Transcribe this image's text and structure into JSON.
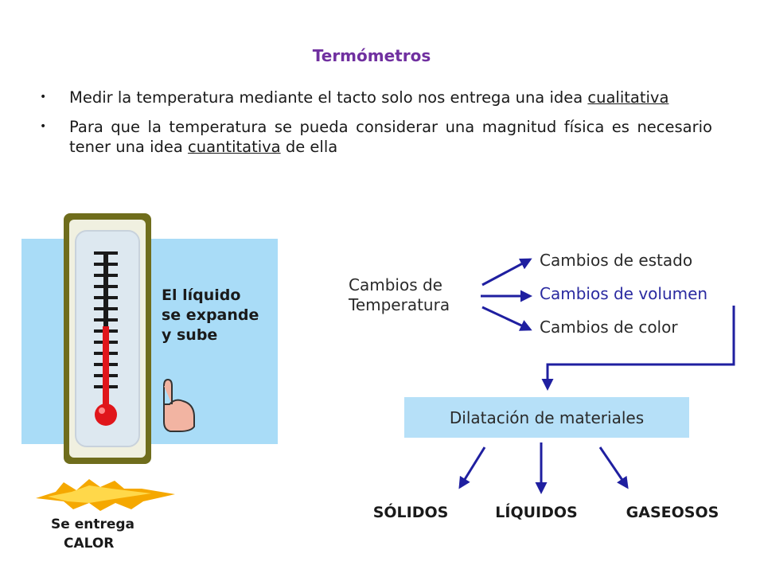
{
  "title": "Termómetros",
  "bullets": [
    {
      "before": "Medir la temperatura mediante el tacto solo nos entrega una idea ",
      "underlined": "cualitativa",
      "after": ""
    },
    {
      "before": "Para que la temperatura se pueda considerar una magnitud física es necesario tener una idea ",
      "underlined": "cuantitativa",
      "after": " de ella"
    }
  ],
  "thermometer": {
    "label_lines": [
      "El líquido",
      "se expande",
      "y sube"
    ],
    "heat_lines": [
      "Se entrega",
      "CALOR"
    ]
  },
  "diagram": {
    "source_lines": [
      "Cambios de",
      "Temperatura"
    ],
    "outcomes": [
      "Cambios de estado",
      "Cambios de volumen",
      "Cambios de color"
    ],
    "result": "Dilatación de materiales",
    "states": [
      "SÓLIDOS",
      "LÍQUIDOS",
      "GASEOSOS"
    ]
  },
  "colors": {
    "title": "#7030a0",
    "arrow": "#1f1fa0",
    "highlight_text": "#2a2aa0",
    "panel_blue": "#a9dcf7",
    "box_blue": "#b6e0f8",
    "mercury": "#e0161b",
    "frame": "#6f6d1c"
  }
}
